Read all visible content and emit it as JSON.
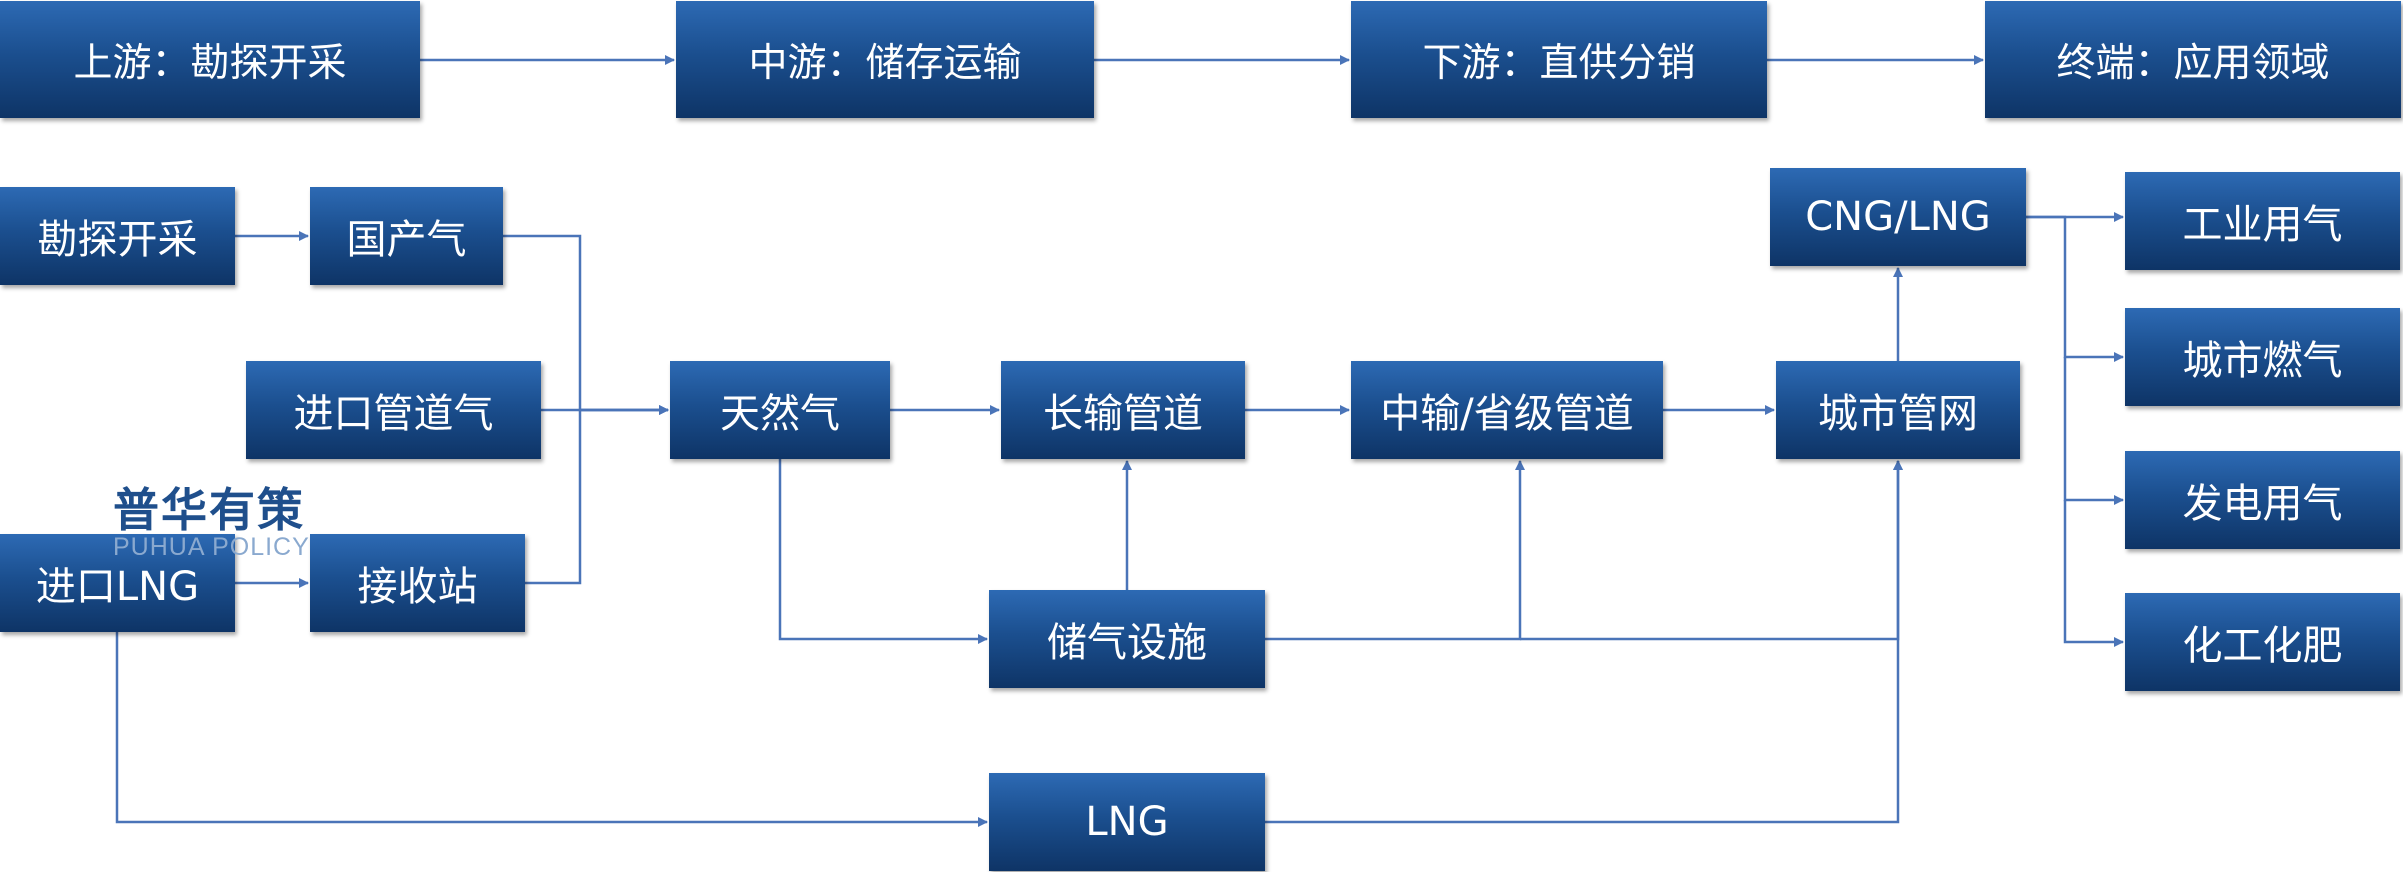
{
  "headers": [
    {
      "id": "upstream",
      "label": "上游：勘探开采"
    },
    {
      "id": "midstream",
      "label": "中游：储存运输"
    },
    {
      "id": "downstream",
      "label": "下游：直供分销"
    },
    {
      "id": "terminal",
      "label": "终端：应用领域"
    }
  ],
  "nodes": [
    {
      "id": "exploration",
      "label": "勘探开采"
    },
    {
      "id": "domestic-gas",
      "label": "国产气"
    },
    {
      "id": "pipeline-import",
      "label": "进口管道气"
    },
    {
      "id": "import-lng",
      "label": "进口LNG"
    },
    {
      "id": "receiving-station",
      "label": "接收站"
    },
    {
      "id": "natural-gas",
      "label": "天然气"
    },
    {
      "id": "long-pipeline",
      "label": "长输管道"
    },
    {
      "id": "provincial-pipeline",
      "label": "中输/省级管道"
    },
    {
      "id": "city-network",
      "label": "城市管网"
    },
    {
      "id": "cng-lng",
      "label": "CNG/LNG"
    },
    {
      "id": "storage",
      "label": "储气设施"
    },
    {
      "id": "lng",
      "label": "LNG"
    },
    {
      "id": "industrial",
      "label": "工业用气"
    },
    {
      "id": "city-gas",
      "label": "城市燃气"
    },
    {
      "id": "power-gas",
      "label": "发电用气"
    },
    {
      "id": "chemical",
      "label": "化工化肥"
    }
  ],
  "edges": [
    {
      "from": "upstream",
      "to": "midstream"
    },
    {
      "from": "midstream",
      "to": "downstream"
    },
    {
      "from": "downstream",
      "to": "terminal"
    },
    {
      "from": "exploration",
      "to": "domestic-gas"
    },
    {
      "from": "import-lng",
      "to": "receiving-station"
    },
    {
      "from": "domestic-gas",
      "to": "natural-gas"
    },
    {
      "from": "pipeline-import",
      "to": "natural-gas"
    },
    {
      "from": "receiving-station",
      "to": "natural-gas"
    },
    {
      "from": "natural-gas",
      "to": "long-pipeline"
    },
    {
      "from": "long-pipeline",
      "to": "provincial-pipeline"
    },
    {
      "from": "provincial-pipeline",
      "to": "city-network"
    },
    {
      "from": "city-network",
      "to": "cng-lng"
    },
    {
      "from": "natural-gas",
      "to": "storage"
    },
    {
      "from": "storage",
      "to": "long-pipeline"
    },
    {
      "from": "storage",
      "to": "provincial-pipeline"
    },
    {
      "from": "storage",
      "to": "city-network"
    },
    {
      "from": "import-lng",
      "to": "lng"
    },
    {
      "from": "lng",
      "to": "city-network"
    },
    {
      "from": "cng-lng",
      "to": "industrial"
    },
    {
      "from": "cng-lng",
      "to": "city-gas"
    },
    {
      "from": "cng-lng",
      "to": "power-gas"
    },
    {
      "from": "cng-lng",
      "to": "chemical"
    }
  ],
  "colors": {
    "node_top": "#2d6ab4",
    "node_bottom": "#0e3466",
    "edge": "#4a74b8"
  },
  "watermark": {
    "cn": "普华有策",
    "en": "PUHUA POLICY"
  }
}
